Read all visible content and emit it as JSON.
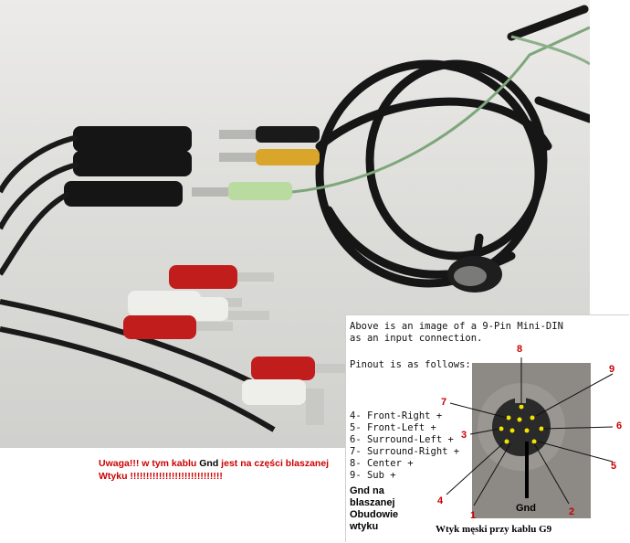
{
  "warning": {
    "prefix": "Uwaga!!! w tym kablu ",
    "gnd": "Gnd",
    "suffix": " jest na części blaszanej Wtyku !!!!!!!!!!!!!!!!!!!!!!!!!!!!!"
  },
  "pinout": {
    "intro_lines": [
      "Above is an image of a 9-Pin Mini-DIN",
      "as an input connection."
    ],
    "heading": "Pinout is as follows:",
    "pins": [
      "4- Front-Right +",
      "5- Front-Left +",
      "6- Surround-Left +",
      "7- Surround-Right +",
      "8- Center +",
      "9- Sub +"
    ],
    "gnd_note": [
      "Gnd na",
      "blaszanej",
      "Obudowie",
      "wtyku"
    ],
    "callouts": [
      "1",
      "2",
      "3",
      "4",
      "5",
      "6",
      "7",
      "8",
      "9",
      "Gnd"
    ],
    "caption": "Wtyk męski przy kablu G9"
  },
  "colors": {
    "warning": "#cc0000",
    "callout": "#cc0000",
    "pin": "#f2e200"
  }
}
